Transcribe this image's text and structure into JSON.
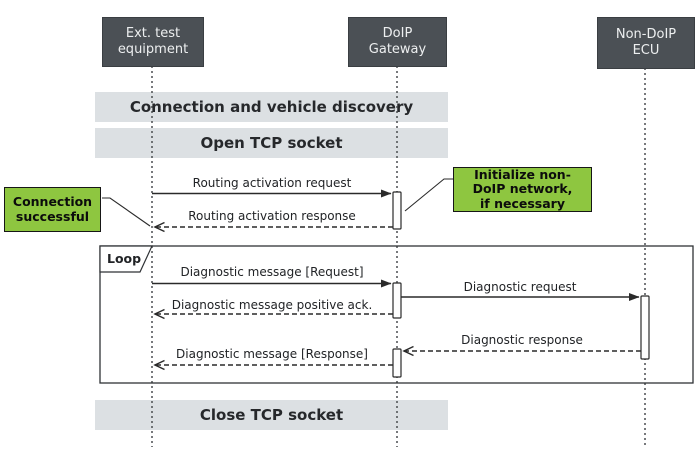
{
  "diagram": {
    "title_hint": "DoIP diagnostic communication sequence",
    "actors": [
      {
        "id": "ext-test-equipment",
        "label": "Ext. test\nequipment"
      },
      {
        "id": "doip-gateway",
        "label": "DoIP\nGateway"
      },
      {
        "id": "non-doip-ecu",
        "label": "Non-DoIP\nECU"
      }
    ],
    "bands": {
      "discovery": "Connection and vehicle discovery",
      "open_tcp": "Open TCP socket",
      "close_tcp": "Close TCP socket"
    },
    "loop": {
      "label": "Loop"
    },
    "messages": {
      "routing_request": "Routing activation request",
      "routing_response": "Routing activation response",
      "diag_msg_request": "Diagnostic message [Request]",
      "diag_request": "Diagnostic request",
      "diag_msg_ack": "Diagnostic message positive ack.",
      "diag_response": "Diagnostic response",
      "diag_msg_response": "Diagnostic message [Response]"
    },
    "notes": {
      "connection_successful": "Connection\nsuccessful",
      "initialize_network": "Initialize non-\nDoIP network,\nif necessary"
    },
    "colors": {
      "actor_fill": "#4b5055",
      "band_fill": "#dce0e3",
      "note_fill": "#8ec640",
      "line": "#2a2a2a",
      "background": "#ffffff"
    }
  }
}
